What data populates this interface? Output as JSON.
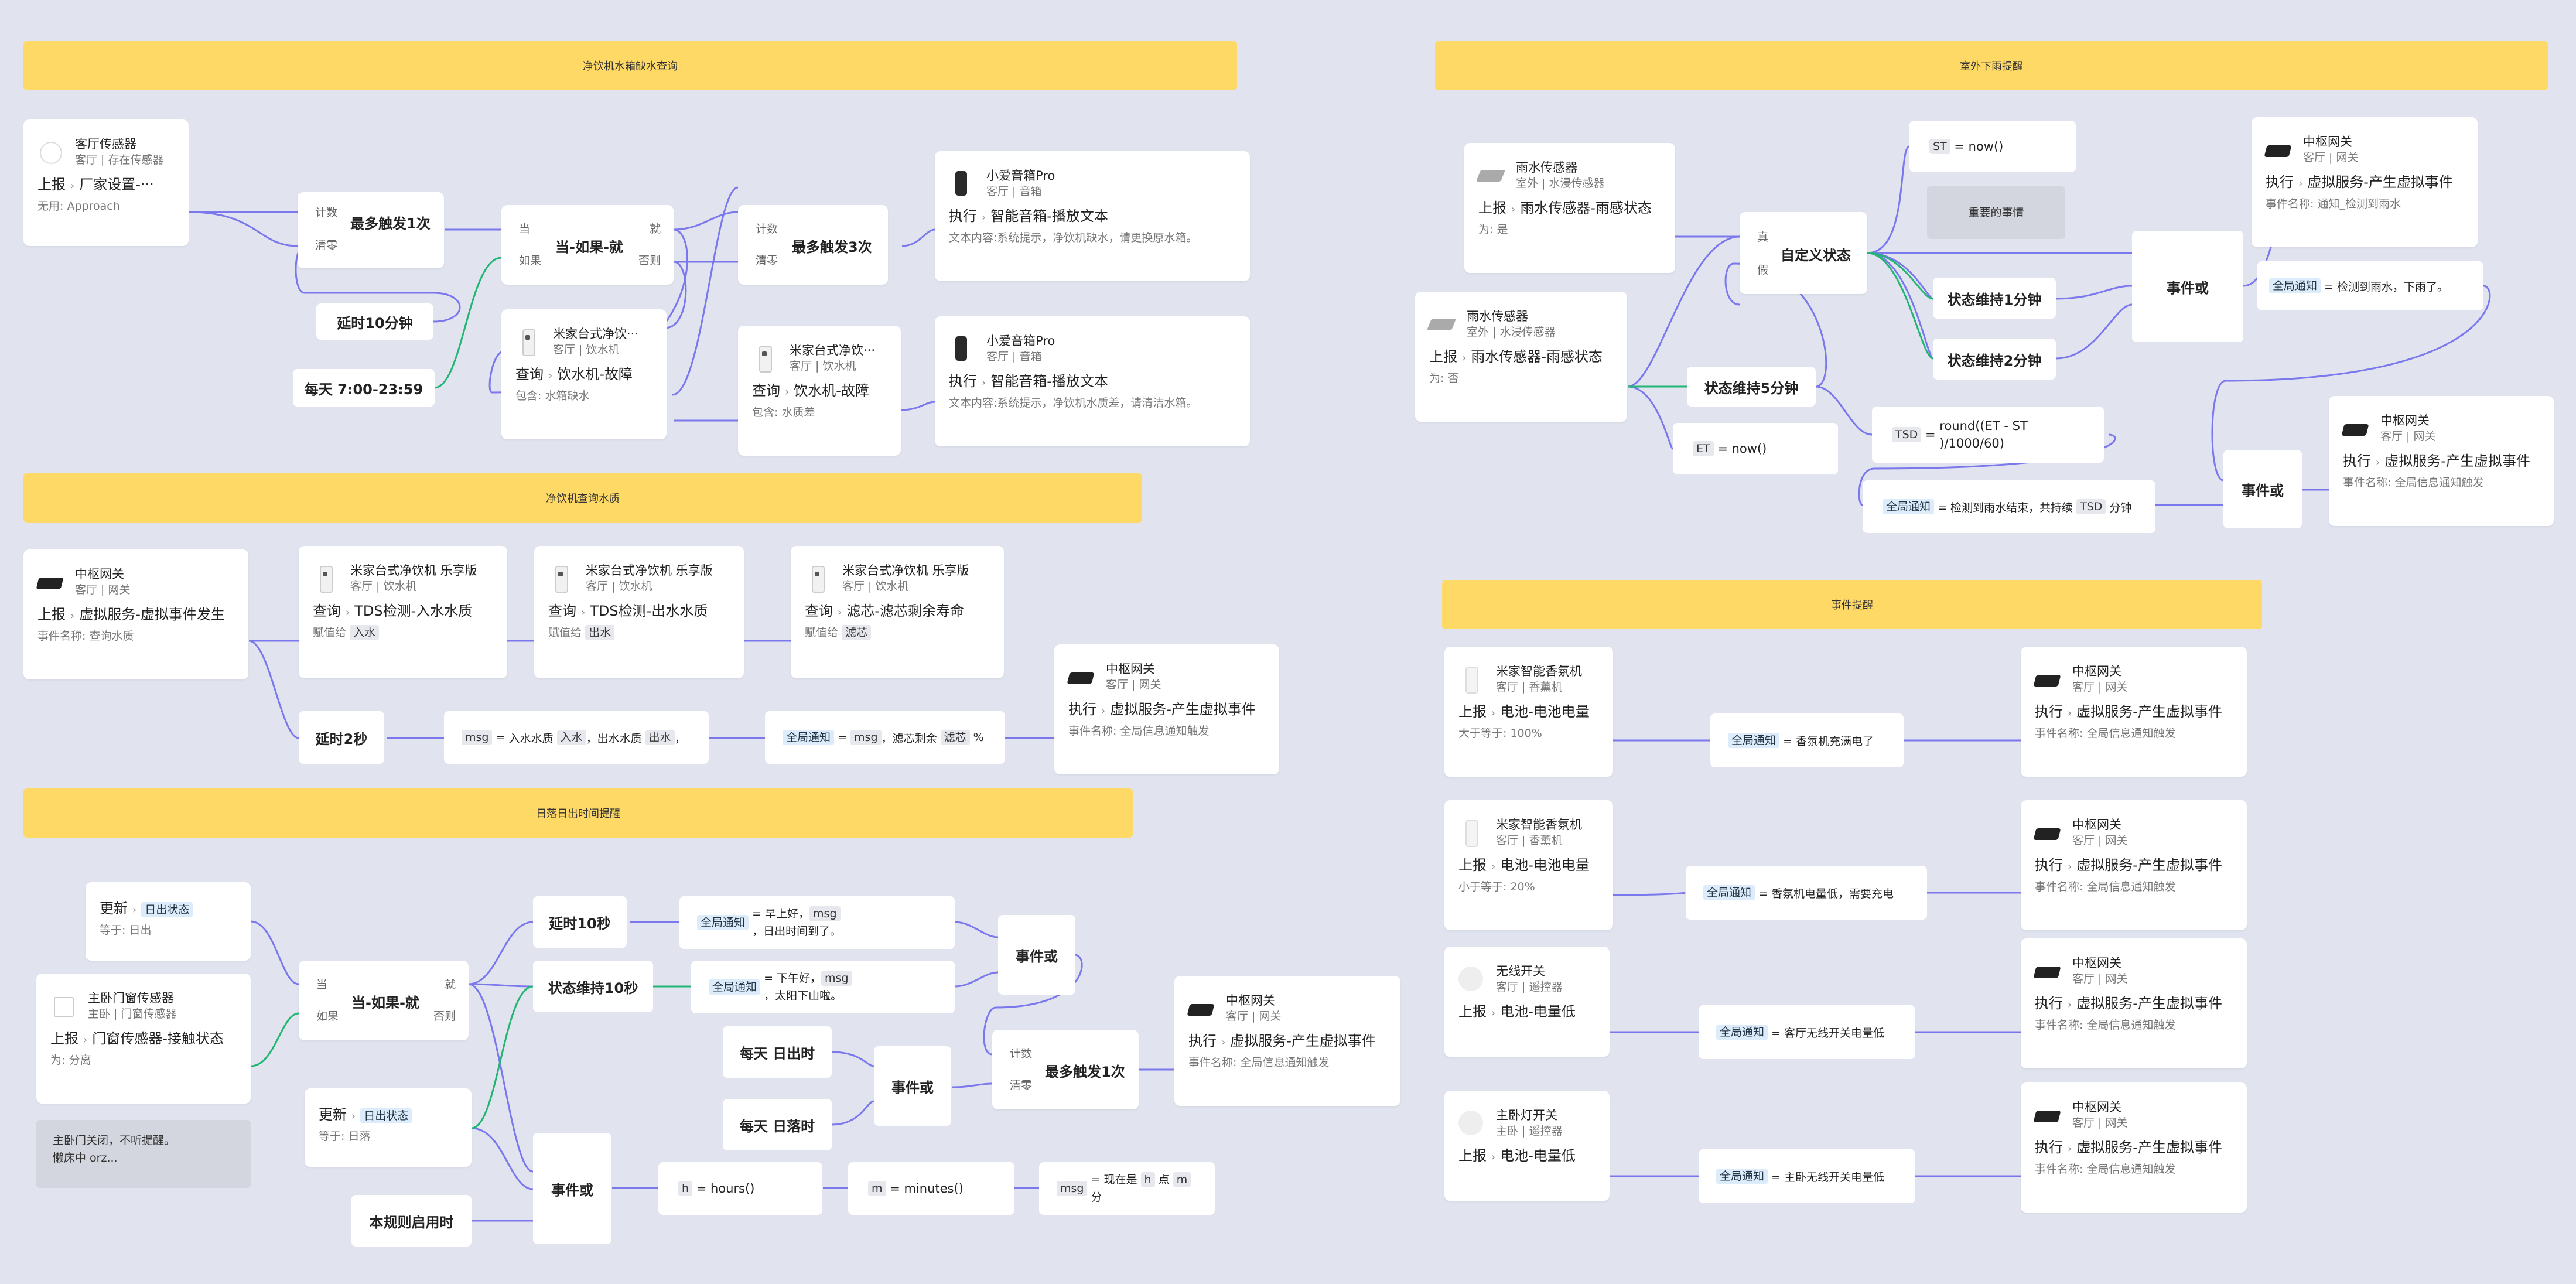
{
  "banners": {
    "b1": "净饮机水箱缺水查询",
    "b2": "室外下雨提醒",
    "b3": "净饮机查询水质",
    "b4": "事件提醒",
    "b5": "日落日出时间提醒"
  },
  "colors": {
    "background": "#e1e4ef",
    "banner": "#ffd966",
    "wire": "#7b78ee",
    "wire_green": "#22b573"
  },
  "words": {
    "report": "上报",
    "query": "查询",
    "exec": "执行",
    "update": "更新",
    "count": "计数",
    "clear": "清零",
    "when": "当",
    "if": "如果",
    "then": "就",
    "else": "否则",
    "true": "真",
    "false": "假",
    "assign_to": "赋值给",
    "global_notify": "全局通知",
    "eq": "=",
    "contains": "包含:",
    "event_name": "事件名称:",
    "text_content": "文本内容:",
    "equals": "等于:"
  },
  "g1": {
    "sensor": {
      "name": "客厅传感器",
      "sub": "客厅 | 存在传感器",
      "action": "厂家设置-···",
      "note": "无用: Approach"
    },
    "trig_once": "最多触发1次",
    "delay": "延时10分钟",
    "daily": "每天 7:00-23:59",
    "ifthen": "当-如果-就",
    "trig3": "最多触发3次",
    "purifier1": {
      "name": "米家台式净饮···",
      "sub": "客厅 | 饮水机",
      "action": "饮水机-故障",
      "note_val": "水箱缺水"
    },
    "purifier2": {
      "name": "米家台式净饮···",
      "sub": "客厅 | 饮水机",
      "action": "饮水机-故障",
      "note_val": "水质差"
    },
    "speaker1": {
      "name": "小爱音箱Pro",
      "sub": "客厅 | 音箱",
      "action": "智能音箱-播放文本",
      "note_val": "系统提示，净饮机缺水，请更换原水箱。"
    },
    "speaker2": {
      "name": "小爱音箱Pro",
      "sub": "客厅 | 音箱",
      "action": "智能音箱-播放文本",
      "note_val": "系统提示，净饮机水质差，请清洁水箱。"
    }
  },
  "g2": {
    "rain1": {
      "name": "雨水传感器",
      "sub": "室外 | 水浸传感器",
      "action": "雨水传感器-雨感状态",
      "note": "为: 是"
    },
    "rain2": {
      "name": "雨水传感器",
      "sub": "室外 | 水浸传感器",
      "action": "雨水传感器-雨感状态",
      "note": "为: 否"
    },
    "custom_state": "自定义状态",
    "st_now": "= now()",
    "st_var": "ST",
    "important": "重要的事情",
    "keep1": "状态维持1分钟",
    "keep2": "状态维持2分钟",
    "keep5": "状态维持5分钟",
    "et_var": "ET",
    "et_now": "= now()",
    "tsd_var": "TSD",
    "tsd_expr1": "round((ET - ST",
    "tsd_expr2": ")/1000/60)",
    "notify_text1": "= 检测到雨水结束，共持续",
    "notify_text2": "分钟",
    "event_or1": "事件或",
    "event_or2": "事件或",
    "notify_rain": "= 检测到雨水，下雨了。",
    "gw1": {
      "name": "中枢网关",
      "sub": "客厅 | 网关",
      "action": "虚拟服务-产生虚拟事件",
      "note_val": "通知_检测到雨水"
    },
    "gw2": {
      "name": "中枢网关",
      "sub": "客厅 | 网关",
      "action": "虚拟服务-产生虚拟事件",
      "note_val": "全局信息通知触发"
    }
  },
  "g3": {
    "gw_in": {
      "name": "中枢网关",
      "sub": "客厅 | 网关",
      "action": "虚拟服务-虚拟事件发生",
      "note_val": "查询水质"
    },
    "q1": {
      "name": "米家台式净饮机 乐享版",
      "sub": "客厅 | 饮水机",
      "action": "TDS检测-入水水质",
      "var": "入水"
    },
    "q2": {
      "name": "米家台式净饮机 乐享版",
      "sub": "客厅 | 饮水机",
      "action": "TDS检测-出水水质",
      "var": "出水"
    },
    "q3": {
      "name": "米家台式净饮机 乐享版",
      "sub": "客厅 | 饮水机",
      "action": "滤芯-滤芯剩余寿命",
      "var": "滤芯"
    },
    "delay": "延时2秒",
    "msg_var": "msg",
    "msg_a": "入水水质",
    "msg_in": "入水",
    "msg_b": "，出水水质",
    "msg_out": "出水",
    "msg_c": "，",
    "notify_a": "，滤芯剩余",
    "notify_b": "%",
    "gw_out": {
      "name": "中枢网关",
      "sub": "客厅 | 网关",
      "action": "虚拟服务-产生虚拟事件",
      "note_val": "全局信息通知触发"
    }
  },
  "g4": {
    "a1": {
      "name": "米家智能香氛机",
      "sub": "客厅 | 香薰机",
      "action": "电池-电池电量",
      "note": "大于等于: 100%"
    },
    "a2": {
      "name": "米家智能香氛机",
      "sub": "客厅 | 香薰机",
      "action": "电池-电池电量",
      "note": "小于等于: 20%"
    },
    "a3": {
      "name": "无线开关",
      "sub": "客厅 | 遥控器",
      "action": "电池-电量低"
    },
    "a4": {
      "name": "主卧灯开关",
      "sub": "主卧 | 遥控器",
      "action": "电池-电量低"
    },
    "n1": "= 香氛机充满电了",
    "n2": "= 香氛机电量低，需要充电",
    "n3": "= 客厅无线开关电量低",
    "n4": "= 主卧无线开关电量低",
    "gw": {
      "name": "中枢网关",
      "sub": "客厅 | 网关",
      "action": "虚拟服务-产生虚拟事件",
      "note_val": "全局信息通知触发"
    }
  },
  "g5": {
    "up1": {
      "name": "日出状态",
      "note": "等于: 日出"
    },
    "up2": {
      "name": "日出状态",
      "note": "等于: 日落"
    },
    "door": {
      "name": "主卧门窗传感器",
      "sub": "主卧 | 门窗传感器",
      "action": "门窗传感器-接触状态",
      "note": "为: 分离"
    },
    "note": "主卧门关闭，不听提醒。\n懒床中 orz...",
    "ifthen": "当-如果-就",
    "delay10": "延时10秒",
    "keep10": "状态维持10秒",
    "notify1a": "= 早上好，",
    "notify1b": "，日出时间到了。",
    "notify2a": "= 下午好，",
    "notify2b": "，太阳下山啦。",
    "event_or": "事件或",
    "sunrise": "每天 日出时",
    "sunset": "每天 日落时",
    "event_or2": "事件或",
    "trig1": "最多触发1次",
    "event_or3": "事件或",
    "rule_enable": "本规则启用时",
    "h_var": "h",
    "h_val": "= hours()",
    "m_var": "m",
    "m_val": "= minutes()",
    "msg_a": "= 现在是",
    "msg_b": "点",
    "msg_c": "分",
    "gw": {
      "name": "中枢网关",
      "sub": "客厅 | 网关",
      "action": "虚拟服务-产生虚拟事件",
      "note_val": "全局信息通知触发"
    }
  }
}
